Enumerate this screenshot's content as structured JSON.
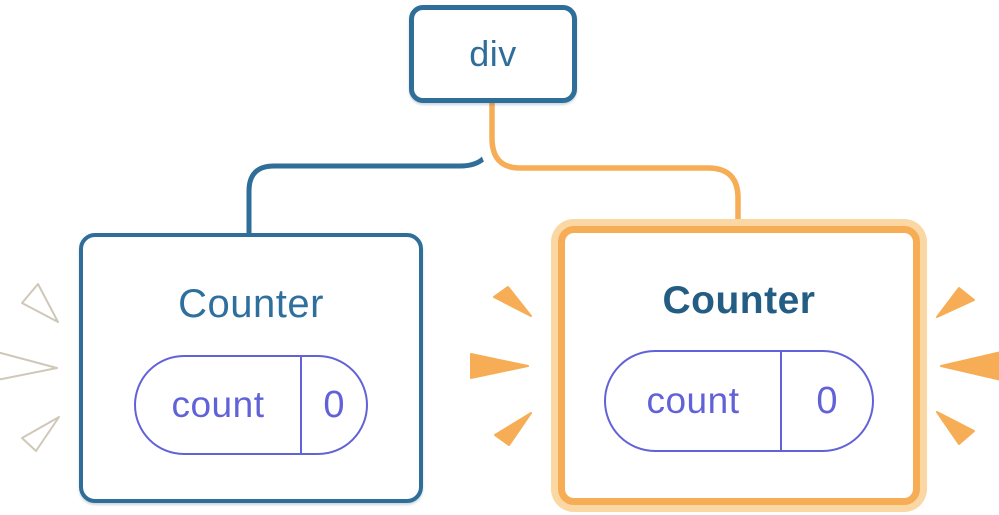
{
  "tree": {
    "root": {
      "label": "div"
    },
    "children": [
      {
        "label": "Counter",
        "state": {
          "name": "count",
          "value": "0"
        },
        "highlighted": false,
        "variant": "blue"
      },
      {
        "label": "Counter",
        "state": {
          "name": "count",
          "value": "0"
        },
        "highlighted": true,
        "variant": "orange"
      }
    ]
  },
  "icons": {
    "left_burst": "sparkle-burst-white",
    "middle_burst": "sparkle-burst-orange",
    "right_burst": "sparkle-burst-orange"
  },
  "colors": {
    "blue": "#2f6e99",
    "title_blue_left": "#2e6f9e",
    "title_blue_right": "#235d84",
    "indigo": "#6262d8",
    "orange": "#f6ad55",
    "orange_light": "#fbd7a3",
    "sparkle_white": "#ffffff",
    "bg": "#ffffff"
  }
}
